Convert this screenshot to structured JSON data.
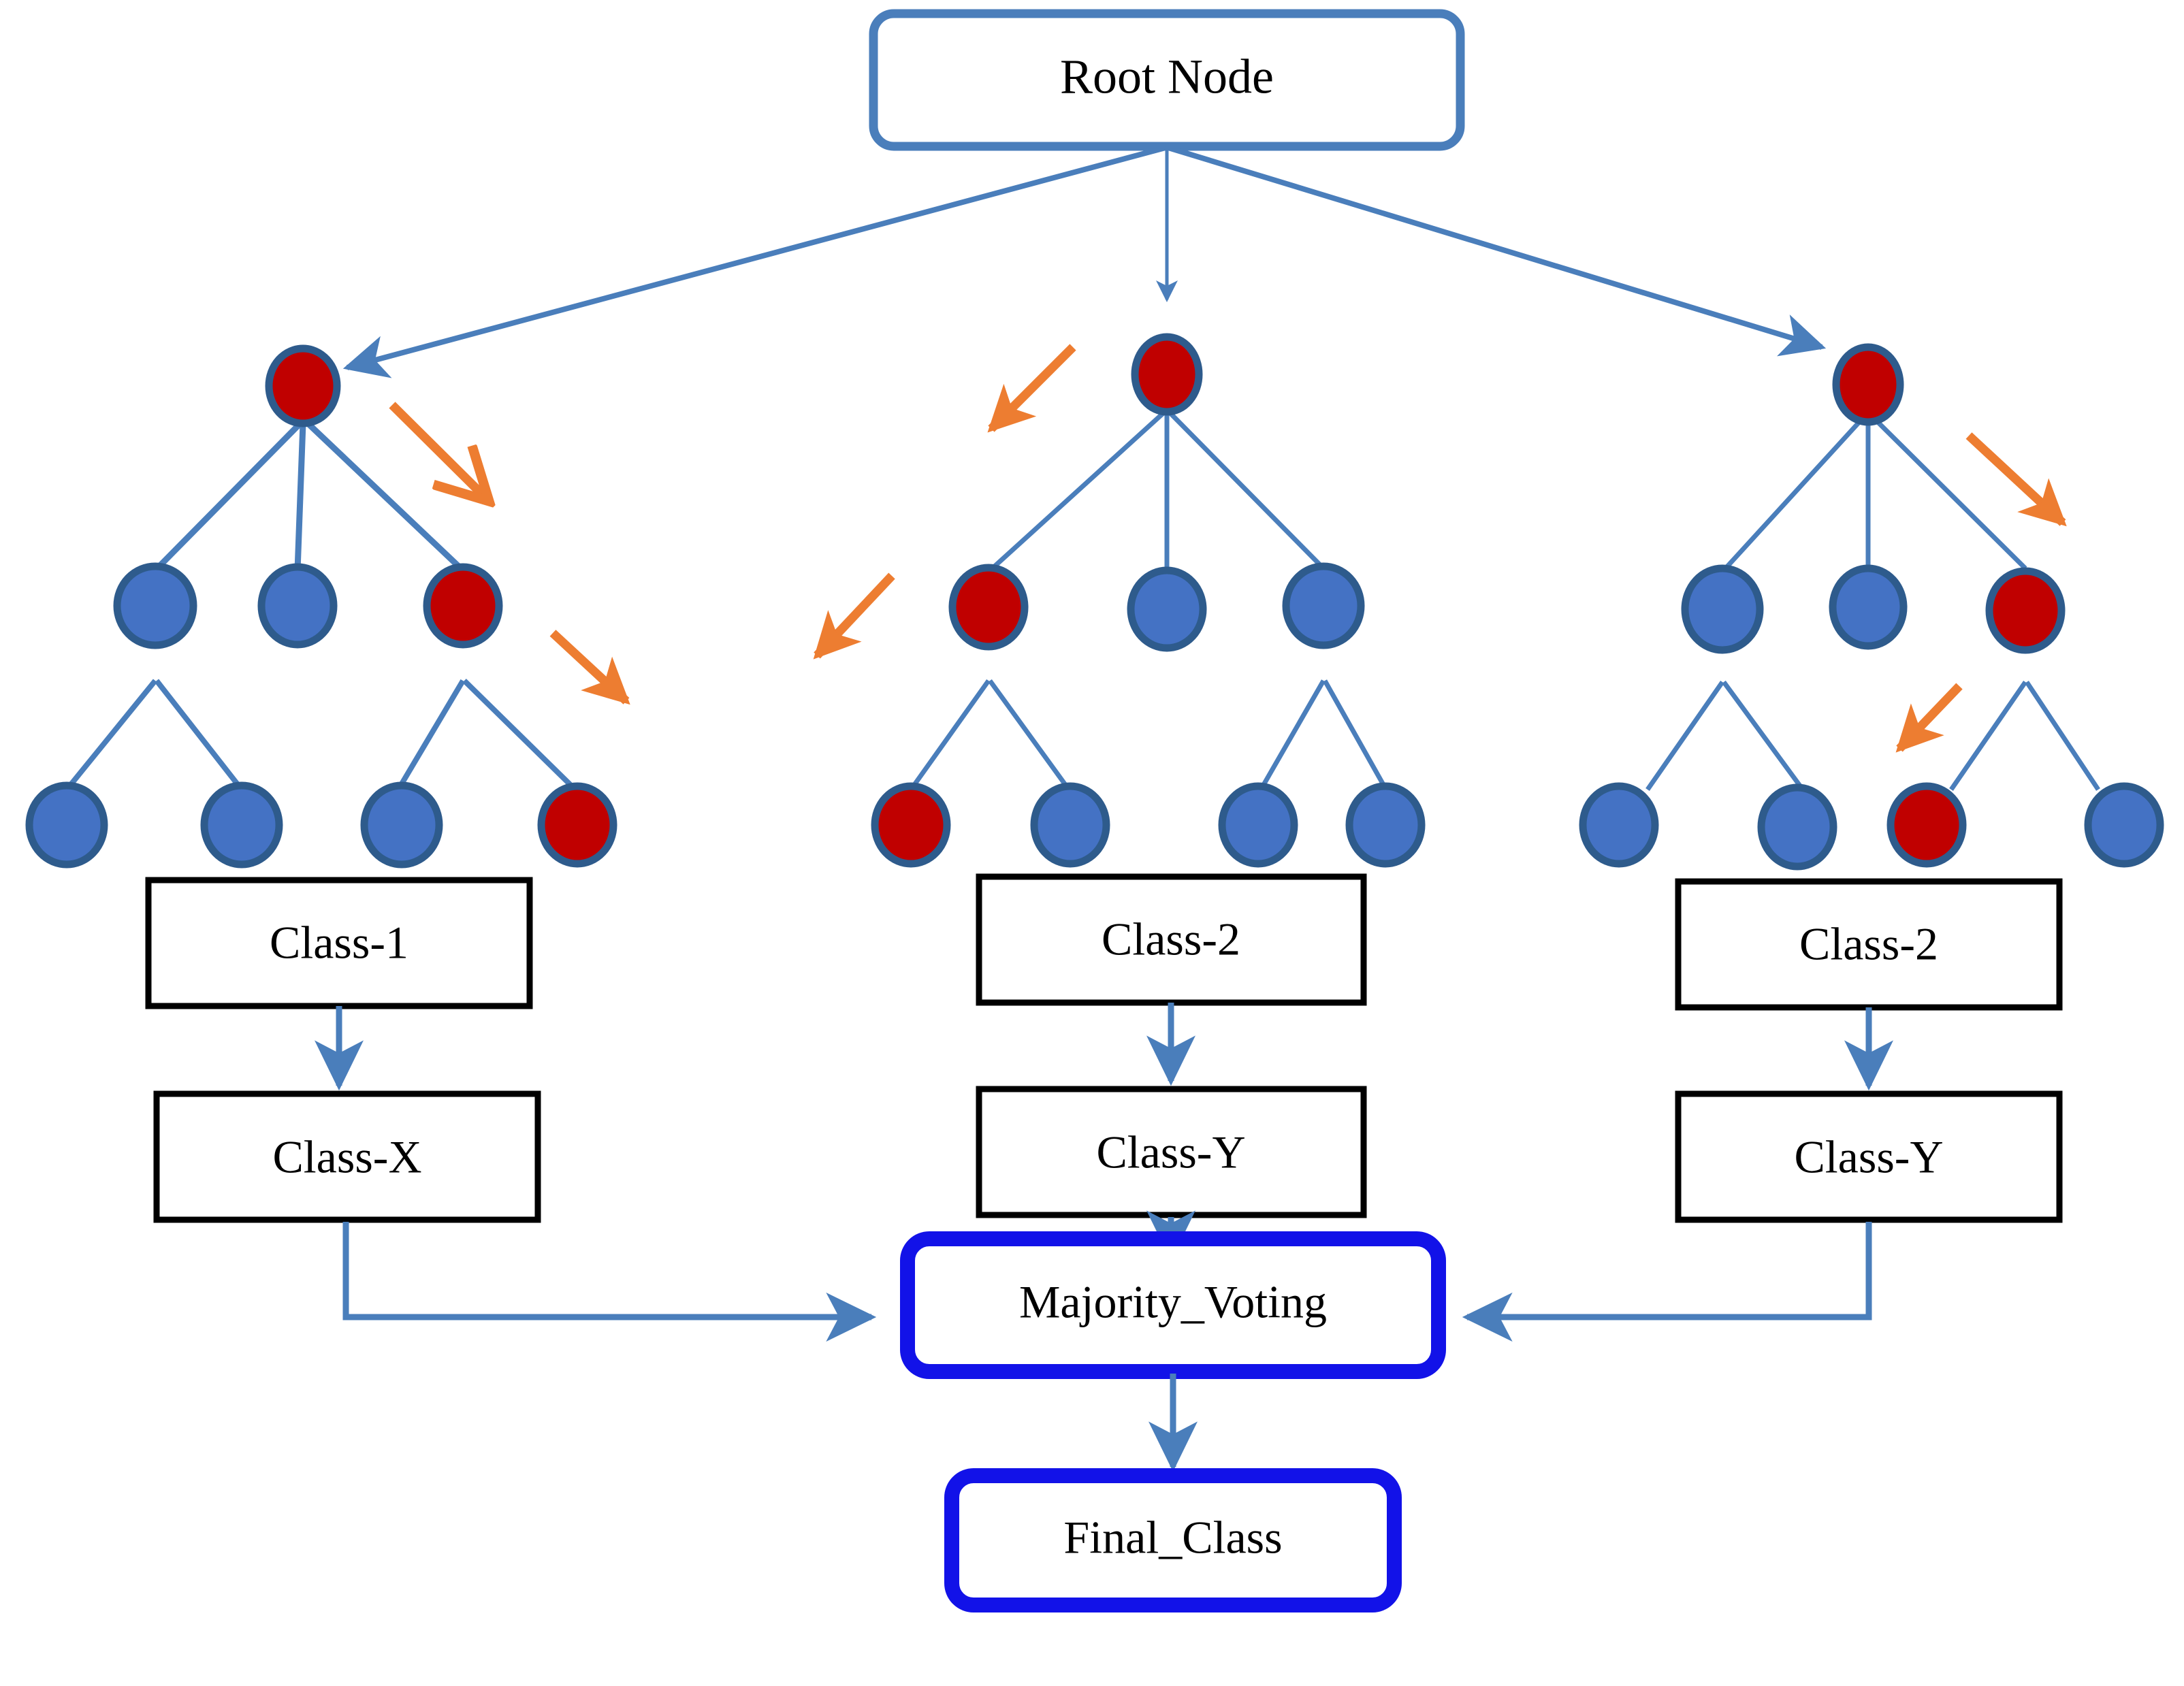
{
  "diagram": {
    "title_box": {
      "label": "Root   Node"
    },
    "palette": {
      "node_blue_fill": "#4472C4",
      "node_red_fill": "#C00000",
      "node_stroke": "#2E5B8C",
      "edge_blue": "#4A7EBB",
      "arrow_orange": "#ED7D31",
      "box_black": "#000000",
      "box_blue_strong": "#1212E8",
      "root_border": "#4A7EBB",
      "background": "#FFFFFF"
    },
    "trees": [
      {
        "name": "tree-1",
        "root": {
          "color": "red"
        },
        "level2": [
          {
            "color": "blue"
          },
          {
            "color": "blue"
          },
          {
            "color": "red"
          }
        ],
        "leaves": [
          {
            "color": "blue"
          },
          {
            "color": "blue"
          },
          {
            "color": "blue"
          },
          {
            "color": "red"
          }
        ],
        "class_box": "Class-1",
        "result_box": "Class-X"
      },
      {
        "name": "tree-2",
        "root": {
          "color": "red"
        },
        "level2": [
          {
            "color": "red"
          },
          {
            "color": "blue"
          },
          {
            "color": "blue"
          }
        ],
        "leaves": [
          {
            "color": "red"
          },
          {
            "color": "blue"
          },
          {
            "color": "blue"
          },
          {
            "color": "blue"
          }
        ],
        "class_box": "Class-2",
        "result_box": "Class-Y"
      },
      {
        "name": "tree-3",
        "root": {
          "color": "red"
        },
        "level2": [
          {
            "color": "blue"
          },
          {
            "color": "blue"
          },
          {
            "color": "red"
          }
        ],
        "leaves": [
          {
            "color": "blue"
          },
          {
            "color": "blue"
          },
          {
            "color": "red"
          },
          {
            "color": "blue"
          }
        ],
        "class_box": "Class-2",
        "result_box": "Class-Y"
      }
    ],
    "voting_box": {
      "label": "Majority_Voting"
    },
    "final_box": {
      "label": "Final_Class"
    },
    "annotation_arrows": {
      "count": 6,
      "color": "#ED7D31",
      "meaning": "decision-path-highlight"
    }
  }
}
